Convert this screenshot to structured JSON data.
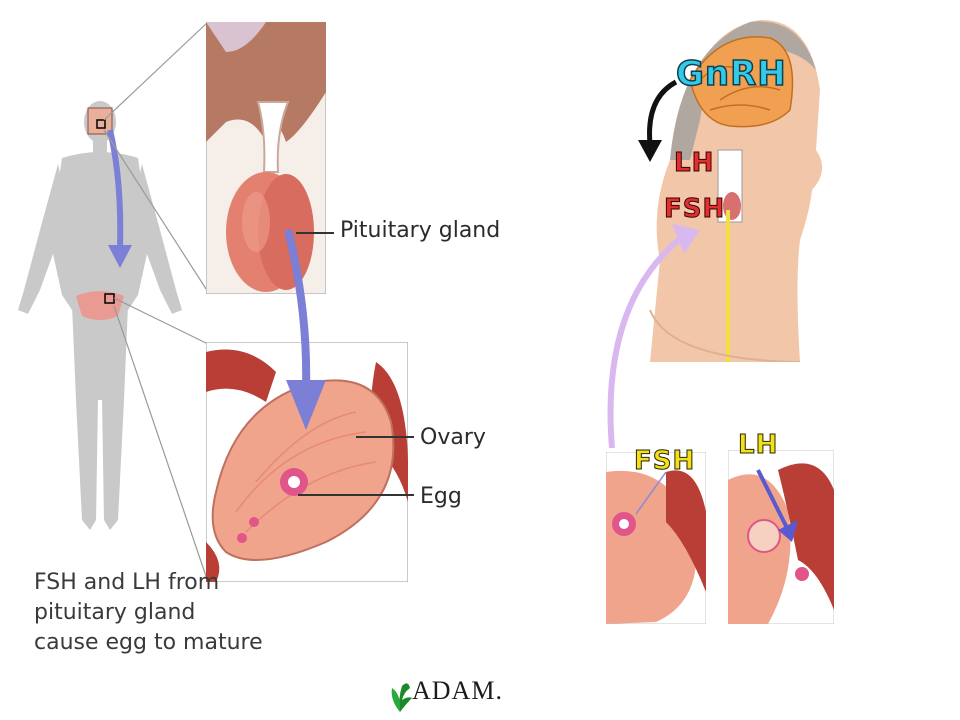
{
  "labels": {
    "pituitary": "Pituitary gland",
    "ovary": "Ovary",
    "egg": "Egg"
  },
  "caption": {
    "line1": "FSH and LH from",
    "line2": "pituitary gland",
    "line3": "cause egg to mature"
  },
  "hormones": {
    "gnrh": "GnRH",
    "lh_head": "LH",
    "fsh_head": "FSH",
    "fsh_ovary": "FSH",
    "lh_ovary": "LH"
  },
  "logo": {
    "text": "ADAM."
  },
  "colors": {
    "flow_arrow": "#7b7fd6",
    "feedback_arrow": "#d9b8f0",
    "lh_fill": "#e03030",
    "fsh_fill": "#f2e01a",
    "gnrh_fill": "#35c9e8",
    "tissue": "#f0a48c"
  }
}
